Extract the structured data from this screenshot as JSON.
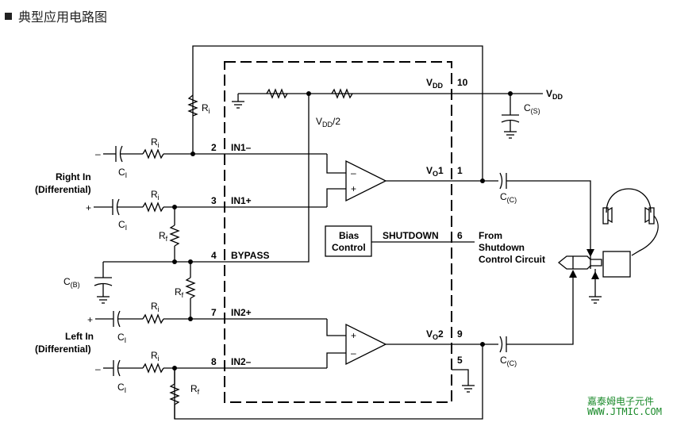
{
  "header": {
    "title": "典型应用电路图"
  },
  "watermark": {
    "line1": "嘉泰姆电子元件",
    "line2": "WWW.JTMIC.COM"
  },
  "labels": {
    "ri": "R",
    "ri_sub": "i",
    "rf": "R",
    "rf_sub": "f",
    "ci": "C",
    "ci_sub": "I",
    "cc": "C",
    "cc_sub": "(C)",
    "cb": "C",
    "cb_sub": "(B)",
    "cs": "C",
    "cs_sub": "(S)",
    "vdd": "V",
    "vdd_sub": "DD",
    "vdd2": "V",
    "vdd2_sub": "DD",
    "vdd2_suffix": "/2",
    "vo": "V",
    "vo_sub": "O",
    "vo1_suffix": "1",
    "vo2_suffix": "2",
    "minus": "–",
    "plus": "+",
    "right_in": "Right In",
    "left_in": "Left In",
    "differential": "(Differential)",
    "bias_line1": "Bias",
    "bias_line2": "Control",
    "from": "From",
    "shutdown_word": "Shutdown",
    "control_circuit": "Control Circuit"
  },
  "pins": {
    "in1_minus": {
      "num": "2",
      "name": "IN1–"
    },
    "in1_plus": {
      "num": "3",
      "name": "IN1+"
    },
    "bypass": {
      "num": "4",
      "name": "BYPASS"
    },
    "in2_plus": {
      "num": "7",
      "name": "IN2+"
    },
    "in2_minus": {
      "num": "8",
      "name": "IN2–"
    },
    "vdd": {
      "num": "10"
    },
    "vo1": {
      "num": "1"
    },
    "shutdown": {
      "num": "6",
      "name": "SHUTDOWN"
    },
    "vo2": {
      "num": "9"
    },
    "gnd": {
      "num": "5"
    }
  }
}
